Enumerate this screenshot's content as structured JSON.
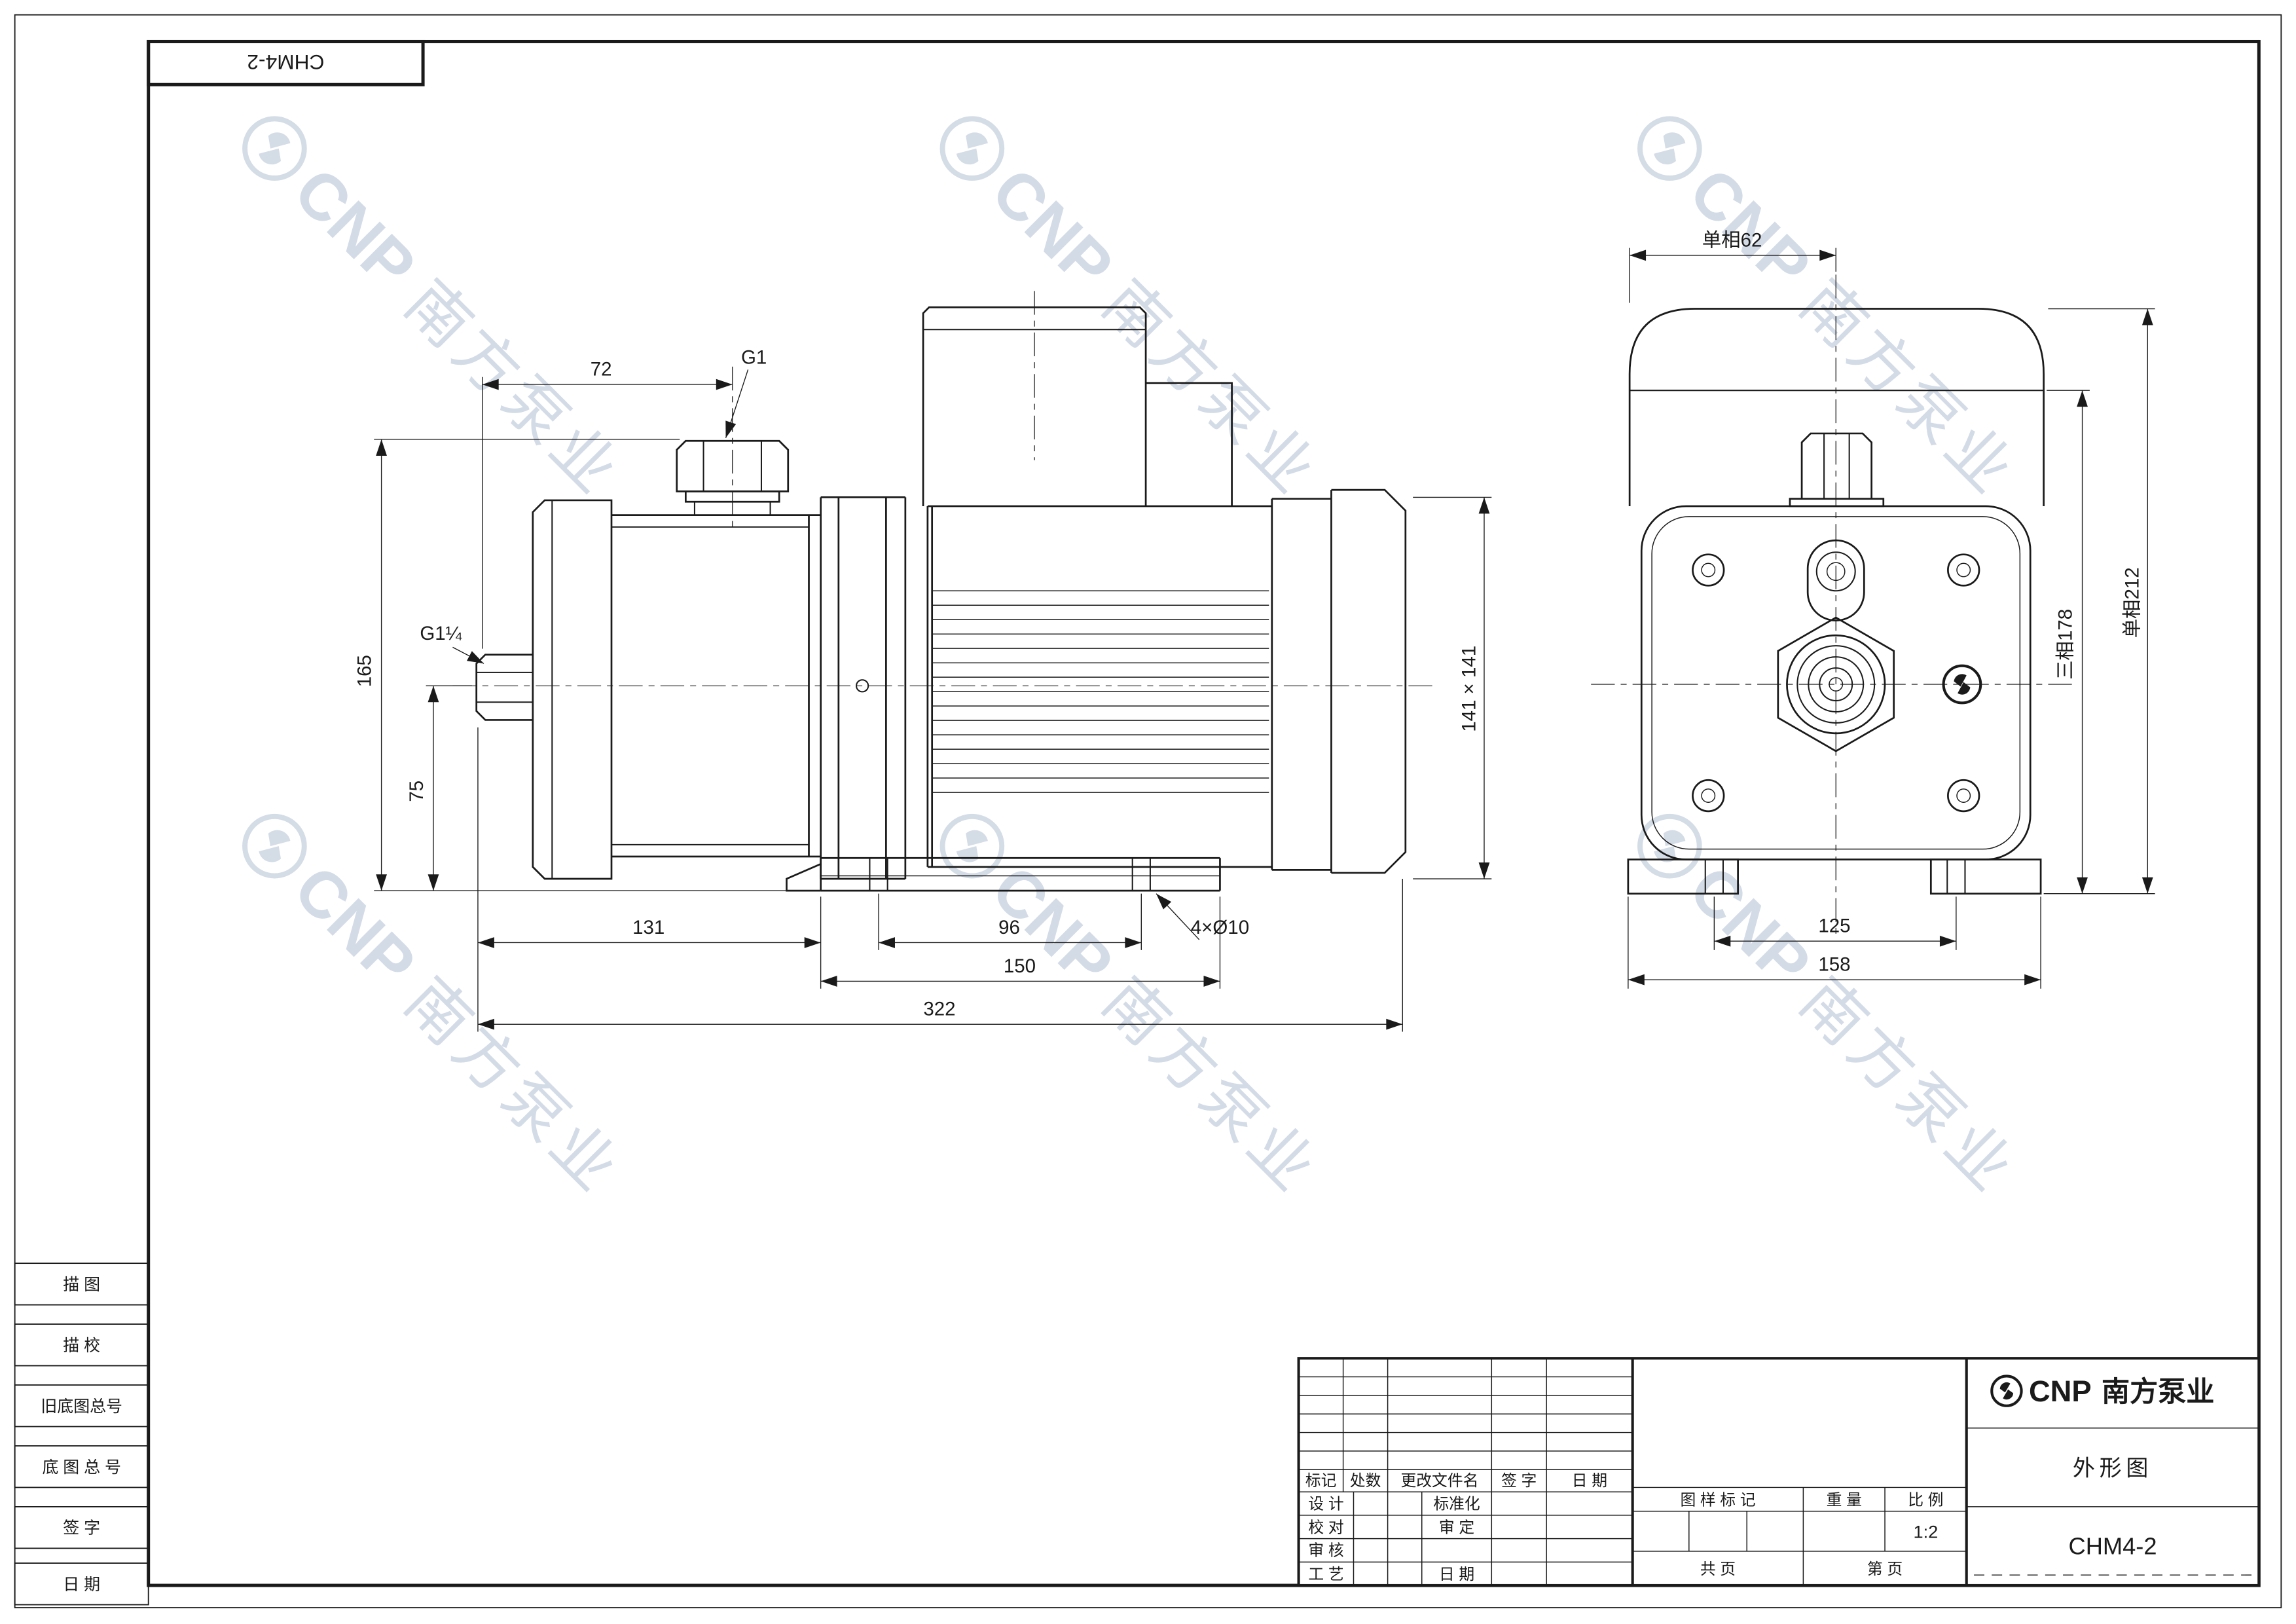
{
  "sheet": {
    "code_box": "CHM4-2"
  },
  "watermark": {
    "logo": "CNP",
    "brand": "南方泵业"
  },
  "margin": {
    "items": [
      "描  图",
      "描  校",
      "旧底图总号",
      "底 图 总 号",
      "签  字",
      "日  期"
    ]
  },
  "side": {
    "d72": "72",
    "g1": "G1",
    "g114": "G1¼",
    "d165": "165",
    "d75": "75",
    "d131": "131",
    "d96": "96",
    "holes": "4×Ø10",
    "d150": "150",
    "d322": "322",
    "flange": "141 × 141"
  },
  "end": {
    "top": "单相62",
    "right_outer": "单相212",
    "right_inner": "三相178",
    "d125": "125",
    "d158": "158"
  },
  "tb": {
    "rev": {
      "c1": "标记",
      "c2": "处数",
      "c3": "更改文件名",
      "c4": "签  字",
      "c5": "日  期"
    },
    "r_design": "设  计",
    "r_std": "标准化",
    "r_check": "校  对",
    "r_approve": "审  定",
    "r_audit": "审  核",
    "r_craft": "工  艺",
    "r_date": "日  期",
    "h_mark": "图 样 标 记",
    "h_weight": "重  量",
    "h_scale": "比  例",
    "scale": "1:2",
    "total": "共      页",
    "page": "第      页",
    "logo": "CNP",
    "brand": "南方泵业",
    "doc": "外形图",
    "model": "CHM4-2"
  }
}
